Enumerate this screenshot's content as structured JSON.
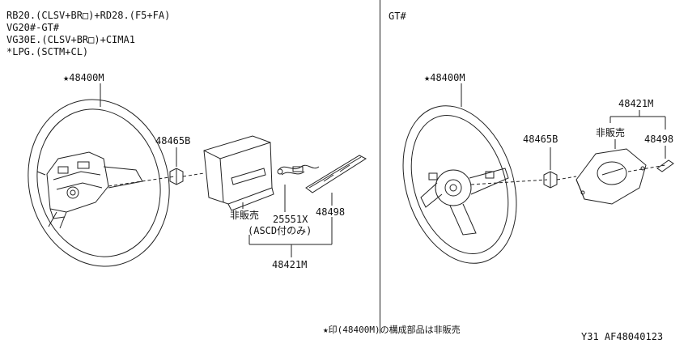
{
  "left_panel": {
    "applicability": [
      "RB20.(CLSV+BR□)+RD28.(F5+FA)",
      "VG20#-GT#",
      "VG30E.(CLSV+BR□)+CIMA1",
      "*LPG.(SCTM+CL)"
    ],
    "labels": {
      "wheel": "★48400M",
      "nut": "48465B",
      "not_sold": "非販売",
      "switch_part": "25551X",
      "switch_note": "(ASCD付のみ)",
      "ornament": "48498",
      "pad_assy": "48421M"
    }
  },
  "right_panel": {
    "title": "GT#",
    "labels": {
      "wheel": "★48400M",
      "nut": "48465B",
      "pad_assy": "48421M",
      "not_sold": "非販売",
      "ornament": "48498"
    }
  },
  "footer": {
    "note": "★印(48400M)の構成部品は非販売",
    "code": "Y31  AF48040123"
  }
}
